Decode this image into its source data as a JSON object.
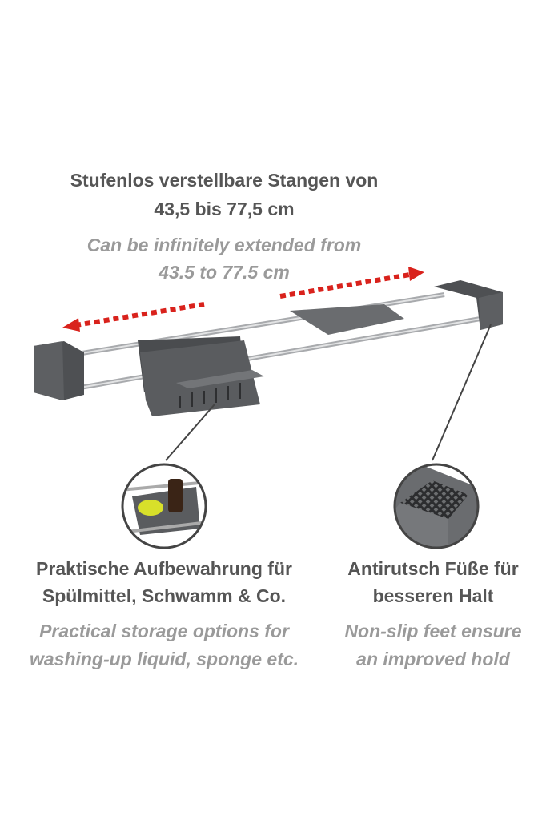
{
  "headline": {
    "de_line1": "Stufenlos verstellbare Stangen von",
    "de_line2": "43,5 bis 77,5 cm",
    "en_line1": "Can be infinitely extended from",
    "en_line2": "43.5 to 77.5 cm"
  },
  "feature_left": {
    "de_line1": "Praktische Aufbewahrung für",
    "de_line2": "Spülmittel, Schwamm & Co.",
    "en_line1": "Practical storage options for",
    "en_line2": "washing-up liquid, sponge etc."
  },
  "feature_right": {
    "de_line1": "Antirutsch Füße für",
    "de_line2": "besseren Halt",
    "en_line1": "Non-slip feet ensure",
    "en_line2": "an improved hold"
  },
  "colors": {
    "arrow": "#d9221c",
    "product": "#55575a",
    "rod": "#c8cacc"
  }
}
